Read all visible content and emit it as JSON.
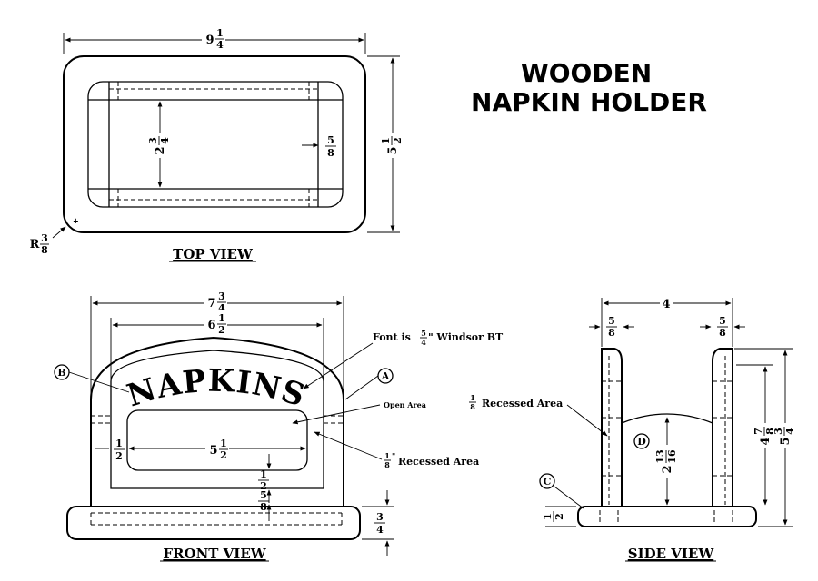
{
  "title": {
    "line1": "WOODEN",
    "line2": "NAPKIN HOLDER"
  },
  "views": {
    "top": "TOP VIEW",
    "front": "FRONT VIEW",
    "side": "SIDE VIEW"
  },
  "labels": {
    "napkins": "NAPKINS",
    "A": "A",
    "B": "B",
    "C": "C",
    "D": "D"
  },
  "notes": {
    "font": "Font is",
    "font_frac_num": "5",
    "font_frac_den": "4",
    "font_name": "\" Windsor BT",
    "open_area": "Open Area",
    "recessed_front": "Recessed Area",
    "recessed_side": "Recessed Area",
    "recessed_frac_num": "1",
    "recessed_frac_den": "8",
    "inch": "\""
  },
  "dims": {
    "top_width": {
      "whole": "9",
      "num": "1",
      "den": "4"
    },
    "top_height": {
      "whole": "5",
      "num": "1",
      "den": "2"
    },
    "top_inner": {
      "whole": "2",
      "num": "3",
      "den": "4"
    },
    "top_side": {
      "num": "5",
      "den": "8"
    },
    "top_radius": {
      "prefix": "R",
      "num": "3",
      "den": "8"
    },
    "front_outer": {
      "whole": "7",
      "num": "3",
      "den": "4"
    },
    "front_inner": {
      "whole": "6",
      "num": "1",
      "den": "2"
    },
    "front_opening": {
      "whole": "5",
      "num": "1",
      "den": "2"
    },
    "front_side": {
      "num": "1",
      "den": "2"
    },
    "front_bottom": {
      "num": "1",
      "den": "2"
    },
    "front_base_gap": {
      "num": "5",
      "den": "8"
    },
    "front_base": {
      "num": "3",
      "den": "4"
    },
    "side_width": {
      "whole": "4"
    },
    "side_left": {
      "num": "5",
      "den": "8"
    },
    "side_right": {
      "num": "5",
      "den": "8"
    },
    "side_upright": {
      "whole": "4",
      "num": "7",
      "den": "8"
    },
    "side_total": {
      "whole": "5",
      "num": "3",
      "den": "4"
    },
    "side_center": {
      "whole": "2",
      "num": "13",
      "den": "16"
    },
    "side_base": {
      "num": "1",
      "den": "2"
    }
  }
}
